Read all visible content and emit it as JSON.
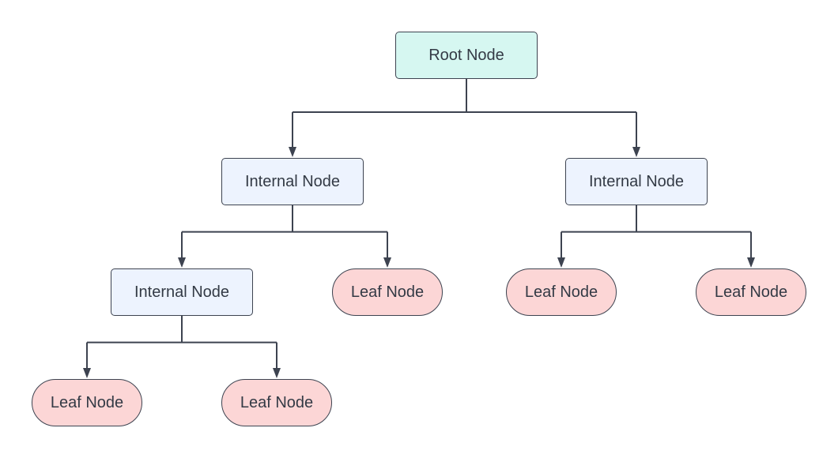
{
  "diagram": {
    "type": "tree",
    "colors": {
      "root_fill": "#d6f7f1",
      "internal_fill": "#edf3fe",
      "leaf_fill": "#fcd6d6",
      "stroke": "#3d4350",
      "text": "#333a45"
    },
    "nodes": {
      "root": {
        "label": "Root Node",
        "kind": "root"
      },
      "internal_1": {
        "label": "Internal Node",
        "kind": "internal"
      },
      "internal_2": {
        "label": "Internal Node",
        "kind": "internal"
      },
      "internal_3": {
        "label": "Internal Node",
        "kind": "internal"
      },
      "leaf_1": {
        "label": "Leaf Node",
        "kind": "leaf"
      },
      "leaf_2": {
        "label": "Leaf Node",
        "kind": "leaf"
      },
      "leaf_3": {
        "label": "Leaf Node",
        "kind": "leaf"
      },
      "leaf_4": {
        "label": "Leaf Node",
        "kind": "leaf"
      },
      "leaf_5": {
        "label": "Leaf Node",
        "kind": "leaf"
      }
    },
    "edges": [
      {
        "from": "root",
        "to": "internal_1"
      },
      {
        "from": "root",
        "to": "internal_2"
      },
      {
        "from": "internal_1",
        "to": "internal_3"
      },
      {
        "from": "internal_1",
        "to": "leaf_1"
      },
      {
        "from": "internal_2",
        "to": "leaf_2"
      },
      {
        "from": "internal_2",
        "to": "leaf_3"
      },
      {
        "from": "internal_3",
        "to": "leaf_4"
      },
      {
        "from": "internal_3",
        "to": "leaf_5"
      }
    ]
  }
}
